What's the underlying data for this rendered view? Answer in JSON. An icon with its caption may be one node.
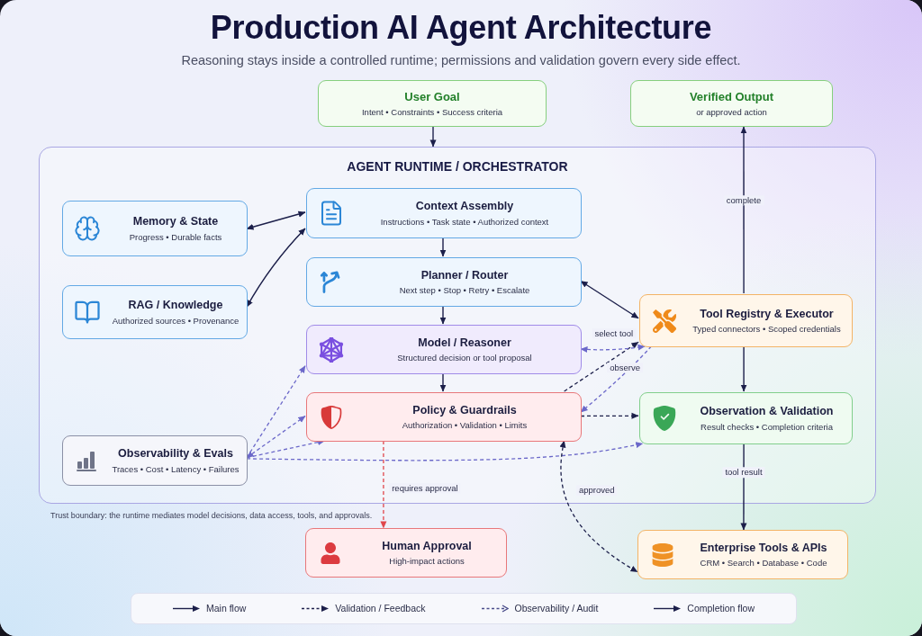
{
  "diagram": {
    "title": "Production AI Agent Architecture",
    "nodes": [
      {
        "text": [
          "User Goal",
          "Intent • Constraints • Success criteria"
        ]
      },
      {
        "text": [
          "Verified Output",
          "or approved action"
        ]
      },
      {
        "text": [
          "AGENT RUNTIME / ORCHESTRATOR"
        ]
      },
      {
        "text": [
          "Memory & State",
          "Progress • Durable facts"
        ],
        "in": 2
      },
      {
        "text": [
          "RAG / Knowledge",
          "Authorized sources • Provenance"
        ],
        "in": 2
      },
      {
        "text": [
          "Context Assembly",
          "Instructions • Task state • Authorized context"
        ],
        "in": 2
      },
      {
        "text": [
          "Planner / Router",
          "Next step • Stop • Retry • Escalate"
        ],
        "in": 2
      },
      {
        "text": [
          "Model / Reasoner",
          "Structured decision or tool proposal"
        ],
        "in": 2
      },
      {
        "text": [
          "Tool Registry & Executor",
          "Typed connectors • Scoped credentials"
        ],
        "in": 2
      },
      {
        "text": [
          "Policy & Guardrails",
          "Authorization • Validation • Limits"
        ],
        "in": 2
      },
      {
        "text": [
          "Observation & Validation",
          "Result checks • Completion criteria"
        ],
        "in": 2
      },
      {
        "text": [
          "Observability & Evals",
          "Traces • Cost • Latency • Failures"
        ],
        "in": 2
      },
      {
        "text": [
          "Human Approval",
          "High-impact actions"
        ]
      },
      {
        "text": [
          "Enterprise Tools & APIs",
          "CRM • Search • Database • Code"
        ]
      }
    ],
    "edges": [
      {
        "from": 0,
        "to": 2,
        "arrow": "to"
      },
      {
        "from": 3,
        "to": 5,
        "arrow": "both"
      },
      {
        "from": 4,
        "to": 5,
        "arrow": "both"
      },
      {
        "from": 5,
        "to": 6,
        "arrow": "to"
      },
      {
        "from": 6,
        "to": 7,
        "arrow": "to"
      },
      {
        "from": 7,
        "to": 9,
        "arrow": "to"
      },
      {
        "from": 6,
        "to": 8,
        "arrow": "both"
      },
      {
        "from": 9,
        "to": 8,
        "arrow": "to",
        "label": "select tool",
        "style": "dashed"
      },
      {
        "from": 7,
        "to": 8,
        "arrow": "both",
        "style": "dashed",
        "color": "#6b68c9"
      },
      {
        "from": 8,
        "to": 9,
        "arrow": "to",
        "label": "observe",
        "style": "dashed",
        "color": "#6b68c9"
      },
      {
        "from": 9,
        "to": 10,
        "arrow": "to",
        "style": "dashed"
      },
      {
        "from": 11,
        "to": 9,
        "arrow": "both",
        "style": "dashed",
        "color": "#6b68c9"
      },
      {
        "from": 11,
        "to": 9,
        "arrow": "to",
        "style": "dashed",
        "color": "#6b68c9"
      },
      {
        "from": 11,
        "to": 7,
        "arrow": "to",
        "style": "dashed",
        "color": "#6b68c9"
      },
      {
        "from": 11,
        "to": 10,
        "arrow": "to",
        "style": "dashed",
        "color": "#6b68c9"
      },
      {
        "from": 9,
        "to": 12,
        "arrow": "to",
        "label": "requires approval",
        "style": "dashed",
        "color": "#e0474c"
      },
      {
        "from": 9,
        "to": 13,
        "arrow": "both",
        "label": "approved",
        "style": "dashed"
      },
      {
        "from": 8,
        "to": 10,
        "arrow": "to"
      },
      {
        "from": 10,
        "to": 13,
        "arrow": "to",
        "label": "tool result"
      },
      {
        "from": 8,
        "to": 1,
        "arrow": "to",
        "label": "complete"
      }
    ],
    "labels": [
      "Reasoning stays inside a controlled runtime; permissions and validation govern every side effect.",
      "Trust boundary: the runtime mediates model decisions, data access, tools, and approvals."
    ],
    "legend": [
      {
        "text": "Main flow"
      },
      {
        "text": "Validation / Feedback"
      },
      {
        "text": "Observability / Audit"
      },
      {
        "text": "Completion flow"
      }
    ]
  }
}
